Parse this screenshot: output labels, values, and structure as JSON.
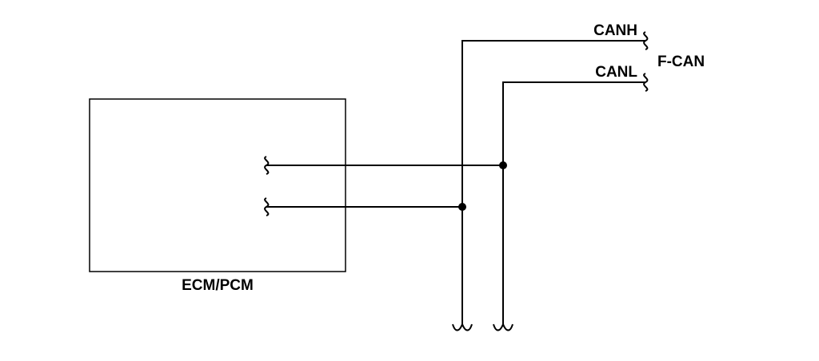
{
  "diagram": {
    "module_label": "ECM/PCM",
    "bus_label": "F-CAN",
    "wires": {
      "high_label": "CANH",
      "low_label": "CANL"
    },
    "colors": {
      "line": "#000000",
      "background": "#ffffff"
    }
  }
}
